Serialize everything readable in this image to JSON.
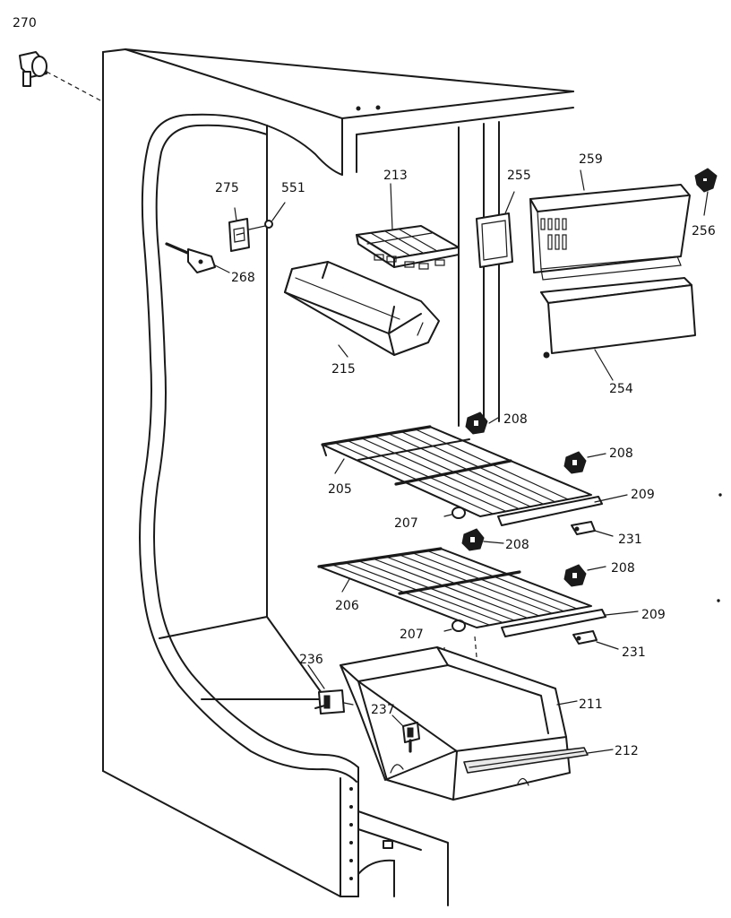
{
  "parts": [
    {
      "id": "270",
      "name": "part-270"
    },
    {
      "id": "275",
      "name": "part-275"
    },
    {
      "id": "551",
      "name": "part-551"
    },
    {
      "id": "268",
      "name": "part-268"
    },
    {
      "id": "213",
      "name": "part-213"
    },
    {
      "id": "215",
      "name": "part-215"
    },
    {
      "id": "255",
      "name": "part-255"
    },
    {
      "id": "259",
      "name": "part-259"
    },
    {
      "id": "256",
      "name": "part-256"
    },
    {
      "id": "254",
      "name": "part-254"
    },
    {
      "id": "208",
      "name": "part-208-a"
    },
    {
      "id": "208",
      "name": "part-208-b"
    },
    {
      "id": "205",
      "name": "part-205"
    },
    {
      "id": "209",
      "name": "part-209-a"
    },
    {
      "id": "207",
      "name": "part-207-a"
    },
    {
      "id": "208",
      "name": "part-208-c"
    },
    {
      "id": "231",
      "name": "part-231-a"
    },
    {
      "id": "208",
      "name": "part-208-d"
    },
    {
      "id": "206",
      "name": "part-206"
    },
    {
      "id": "209",
      "name": "part-209-b"
    },
    {
      "id": "207",
      "name": "part-207-b"
    },
    {
      "id": "231",
      "name": "part-231-b"
    },
    {
      "id": "236",
      "name": "part-236"
    },
    {
      "id": "237",
      "name": "part-237"
    },
    {
      "id": "211",
      "name": "part-211"
    },
    {
      "id": "212",
      "name": "part-212"
    }
  ]
}
